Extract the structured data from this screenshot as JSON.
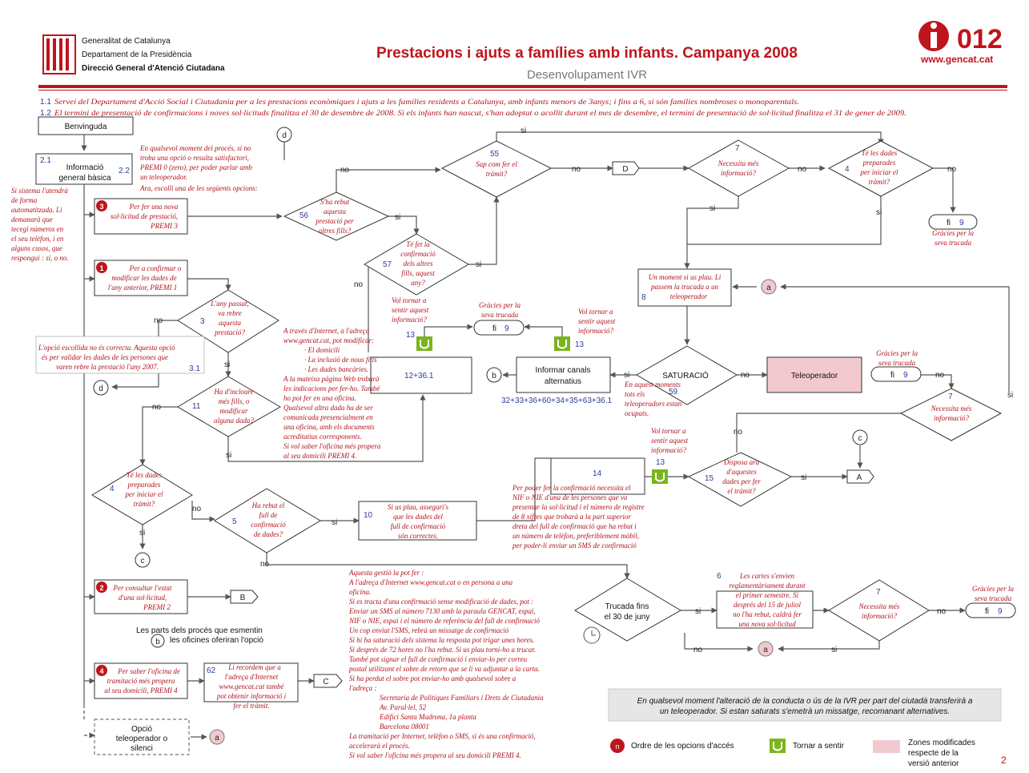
{
  "header": {
    "org_line1": "Generalitat de Catalunya",
    "org_line2": "Departament de la Presidència",
    "org_line3": "Direcció General d'Atenció Ciutadana",
    "title": "Prestacions i ajuts a famílies amb infants. Campanya 2008",
    "subtitle": "Desenvolupament IVR",
    "logo_number": "012",
    "logo_url": "www.gencat.cat"
  },
  "notes": {
    "n11_num": "1.1",
    "n11": "Servei del Departament d'Acció Social i Ciutadania per a les prestacions econòmiques i ajuts a les famílies residents a Catalunya, amb infants menors de 3anys; i fins a 6, si són famílies nombroses o monoparentals.",
    "n12_num": "1.2",
    "n12": "El termini de presentació de confirmacions i noves sol·licituds finalitza el 30 de desembre de 2008. Si els infants han nascut, s'han adoptat o acollit durant el mes de desembre, el termini de presentació de sol·licitud finalitza el 31 de gener de 2009."
  },
  "nodes": {
    "benvinguda": "Benvinguda",
    "info_num": "2.1",
    "info_l1": "Informació",
    "info_l2": "general bàsica",
    "n22_num": "2.2",
    "n22_lines": [
      "En qualsevol moment del procés, si no",
      "troba una opció o resulta satisfactori,",
      "PREMI 0 (zero), per poder parlar amb",
      "un teleoperador."
    ],
    "ara": "Ara, escolli una de les següents opcions:",
    "left_note": [
      "Si sistema l'atendrà",
      "de forma",
      "automatitzada. Li",
      "demanarà que",
      "tecegi números en",
      "el seu telèfon, i en",
      "alguns casos, que",
      "respongui : si, o no."
    ],
    "opt3_num": "3",
    "opt3": [
      "Per fer una nova",
      "sol·licitud de prestació,",
      "PREMI 3"
    ],
    "opt1_num": "1",
    "opt1": [
      "Per a confirmar o",
      "modificar les dades de",
      "l'any anterior, PREMI 1"
    ],
    "opt2_num": "2",
    "opt2": [
      "Per consultar l'estat",
      "d'una sol·licitud,",
      "PREMI 2"
    ],
    "opt4_num": "4",
    "opt4": [
      "Per saber l'oficina de",
      "tramitació més propera",
      "al seu domicili, PREMI 4"
    ],
    "opcio": [
      "Opció",
      "teleoperador o",
      "silenci"
    ],
    "q56_num": "56",
    "q56": [
      "S'ha rebut",
      "aquesta",
      "prestació per",
      "altres fills?"
    ],
    "q57_num": "57",
    "q57": [
      "Té fet la",
      "confirmació",
      "dels altres",
      "fills, aquest",
      "any?"
    ],
    "q55_num": "55",
    "q55": [
      "Sap com fer el",
      "tràmit?"
    ],
    "q7a_num": "7",
    "q7a": [
      "Necessita més",
      "informació?"
    ],
    "q4a_num": "4",
    "q4a": [
      "Té les dades",
      "preparades",
      "per iniciar el",
      "tràmit?"
    ],
    "fi": "fi",
    "fi_num": "9",
    "gracies": [
      "Gràcies per la",
      "seva trucada"
    ],
    "moment": [
      "Un moment si us plau. Li",
      "passem la trucada a un",
      "teleoperador"
    ],
    "moment_num": "8",
    "a_label": "a",
    "b_label": "b",
    "c_label": "c",
    "d_label": "d",
    "D_label": "D",
    "A_label": "A",
    "B_label": "B",
    "C_label": "C",
    "q3_num": "3",
    "q3": [
      "L'any passat,",
      "va rebre",
      "aquesta",
      "prestació?"
    ],
    "wrong_num": "3.1",
    "wrong": [
      "L'opció escollida no és correcta. Aquesta opció",
      "és per validar les dades de les persones que",
      "varen rebre la prestació l'any 2007."
    ],
    "q11_num": "11",
    "q11": [
      "Ha d'incloure",
      "més fills, o",
      "modificar",
      "alguna dada?"
    ],
    "q4b_num": "4",
    "q4b": [
      "Té les dades",
      "preparades",
      "per iniciar el",
      "tràmit?"
    ],
    "q5_num": "5",
    "q5": [
      "Ha rebut el",
      "full de",
      "confirmació",
      "de dades?"
    ],
    "box10_num": "10",
    "box10": [
      "Si us plau, asseguri's",
      "que les dades del",
      "full de confirmació",
      "són correctes."
    ],
    "internet": [
      "A través d'Internet, a l'adreça",
      "www.gencat.cat, pot modificar:",
      "· El domicili",
      "· La inclusió de nous fills",
      "· Les dades bancàries.",
      "A la mateixa pàgina Web trobarà",
      "les indicacions per fer-ho. També",
      "ho pot fer en una oficina.",
      "Qualsevol altra dada ha de ser",
      "comunicada presencialment en",
      "una oficina, amb els documents",
      "acreditatius corresponents.",
      "Si vol saber l'oficina més propera",
      "al seu domicili PREMI 4."
    ],
    "box12": "12+36.1",
    "box13_num": "13",
    "box13b_num": "13",
    "tornar": [
      "Vol tornar a",
      "sentir aquest",
      "informació?"
    ],
    "canals_l1": "Informar canals",
    "canals_l2": "alternatius",
    "canals_num": "32+33+36+60+34+35+63+36.1",
    "saturacio": "SATURACIÓ",
    "sat_num": "59",
    "sat_note": [
      "En aquest moments",
      "tots els",
      "teleoperadors estan",
      "ocupats."
    ],
    "teleoperador": "Teleoperador",
    "q7b_num": "7",
    "q7b": [
      "Necessita més",
      "informació?"
    ],
    "box14_num": "14",
    "box14": [
      "Per poder fer la confirmació necessita el",
      "NIF o NIE d'una de les persones que va",
      "presentar la sol·licitud i el número de registre",
      "de 8 xifres que trobarà a la part superior",
      "dreta del full de confirmació que ha rebut i",
      "un número de telèfon, preferiblement mòbil,",
      "per poder-li enviar un SMS de confirmació"
    ],
    "q15_num": "15",
    "q15": [
      "Disposa ara",
      "d'aquestes",
      "dades per fer",
      "el tràmit?"
    ],
    "tornar2": [
      "Vol tornar a",
      "sentir aquest",
      "informació?"
    ],
    "box13c_num": "13",
    "gestio": [
      "Aquesta gestió la pot fer :",
      "A l'adreça d'Internet www.gencat.cat o en persona a una",
      "oficina.",
      "Si es tracta d'una confirmació sense modificació de dades, pot :",
      "Enviar un SMS al número 7130 amb la paraula GENCAT, espai,",
      "NIF o NIE, espai i el número de referència del full de confirmació",
      "Un cop enviat l'SMS, rebrà un missatge de confirmació",
      "Si hi ha saturació dels sistema la resposta pot trigar unes hores.",
      "Si després de 72 hores no l'ha rebut. Si us plau torni-ho a trucar.",
      "També pot signar el full de confirmació i enviar-lo per correu",
      "postal utilitzant el sobre de retorn que se li va adjuntar a la carta.",
      "Si ha perdut el sobre pot enviar-ho amb qualsevol sobre a",
      "l'adreça :",
      "Secretaria de Polítiques Familiars i Drets de Ciutadania",
      "Av. Paral·lel, 52",
      "Edifici Santa Madrona, 1a planta",
      "Barcelona 08001",
      "La tramitació per Internet, telèfon o SMS, si és una confirmació,",
      "accelerarà el procés.",
      "Si vol saber l'oficina més propera al seu domicili PREMI 4."
    ],
    "trucada": [
      "Trucada fins",
      "el 30 de juny"
    ],
    "box6_num": "6",
    "box6": [
      "Les cartes s'envien",
      "reglamentàriament durant",
      "el primer semestre. Si",
      "després del 15 de juliol",
      "no l'ha rebut, caldrà fer",
      "una nova sol·licitud"
    ],
    "q7c_num": "7",
    "q7c": [
      "Necessita més",
      "informació?"
    ],
    "box62_num": "62",
    "box62": [
      "Li recordem que a",
      "l'adreça d'Internet",
      "www.gencat.cat també",
      "pot obtenir informació i",
      "fer el tràmit."
    ],
    "parts": [
      "Les parts dels procés que esmentin",
      "les oficines oferiran l'opció"
    ]
  },
  "edge_labels": {
    "si": "si",
    "no": "no"
  },
  "footer": {
    "notice": [
      "En qualsevol moment l'alteració de la conducta o ús de la IVR per part del ciutadà transferirà a",
      "un teleoperador. Si estan saturats s'emetrà un missatge, recomanant alternatives."
    ],
    "legend_order": "Ordre de les opcions d'accés",
    "legend_repeat": "Tornar a sentir",
    "legend_zone": [
      "Zones modificades",
      "respecte de la",
      "versió anterior"
    ],
    "page_number": "2"
  },
  "colors": {
    "brand_red": "#c0141c",
    "text_red": "#b1121c",
    "number_blue": "#2a3c9a",
    "repeat_green": "#7ab51d",
    "modified_pink": "#f2c9cf"
  }
}
